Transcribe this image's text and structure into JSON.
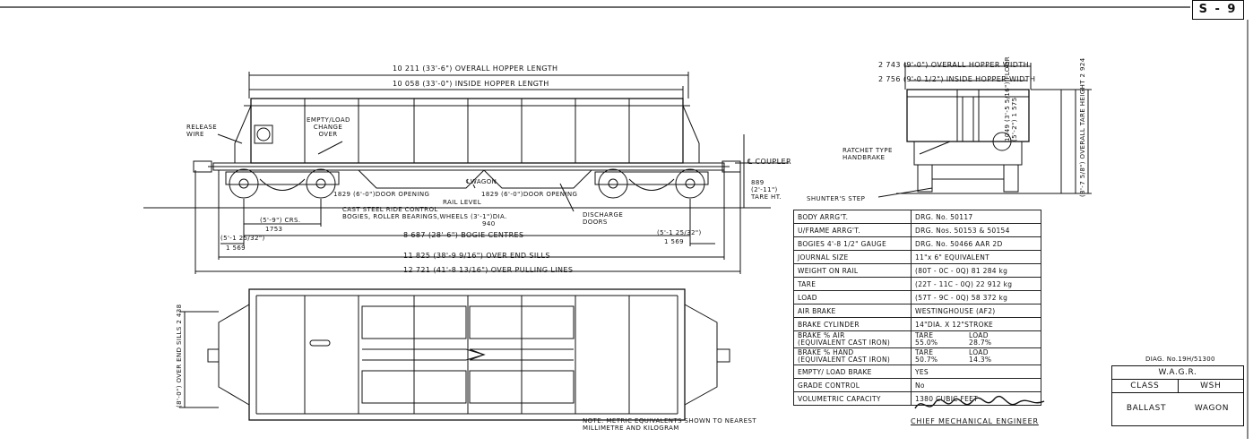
{
  "sheet_code": "S - 9",
  "side_view": {
    "overall_hopper_length": "10 211 (33'-6\") OVERALL HOPPER LENGTH",
    "inside_hopper_length": "10 058 (33'-0\") INSIDE HOPPER LENGTH",
    "release_wire": "RELEASE WIRE",
    "empty_load": "EMPTY/LOAD CHANGE OVER",
    "coupler": "℄ COUPLER",
    "wagon": "℄WAGON",
    "door_opening_left": "1829 (6'-0\")DOOR OPENING",
    "door_opening_right": "1829 (6'-0\")DOOR OPENING",
    "rail_level": "RAIL LEVEL",
    "tare_ht": "889 (2'-11\") TARE HT.",
    "bogie_note_1": "CAST STEEL RIDE CONTROL",
    "bogie_note_2": "BOGIES, ROLLER BEARINGS,WHEELS (3'-1\")DIA.",
    "wheel_dia_mm": "940",
    "crs": "(5'-9\") CRS.",
    "crs_mm": "1753",
    "discharge_doors": "DISCHARGE DOORS",
    "left_wheelbase": "(5'-1 25/32\")",
    "left_wheelbase_mm": "1 569",
    "right_wheelbase": "(5'-1 25/32\")",
    "right_wheelbase_mm": "1 569",
    "bogie_centres": "8 687 (28'-6\") BOGIE CENTRES",
    "over_end_sills": "11 825 (38'-9 9/16\") OVER END SILLS",
    "over_pulling_lines": "12 721 (41'-8 13/16\") OVER PULLING LINES"
  },
  "end_view": {
    "overall_hopper_width": "2 743 (9'-0\") OVERALL HOPPER WIDTH",
    "inside_hopper_width": "2 756 (9'-0 1/2\") INSIDE HOPPER WIDTH",
    "ratchet": "RATCHET TYPE HANDBRAKE",
    "shunters_step": "SHUNTER'S STEP",
    "floor_height": "1049 (3'-5 5/16\") FLOOR (5'-2\") 1 575",
    "overall_tare_height": "(8'-7 5/8\") OVERALL TARE HEIGHT 2 924"
  },
  "plan_view": {
    "over_end_sills": "(8'-0\") OVER END SILLS 2 438"
  },
  "note": "NOTE: METRIC EQUIVALENTS SHOWN TO NEAREST MILLIMETRE AND KILOGRAM",
  "spec_table": [
    {
      "k": "BODY ARRG'T.",
      "v": "DRG. No. 50117"
    },
    {
      "k": "U/FRAME ARRG'T.",
      "v": "DRG. Nos. 50153 & 50154"
    },
    {
      "k": "BOGIES 4'-8 1/2\" GAUGE",
      "v": "DRG. No. 50466 AAR 2D"
    },
    {
      "k": "JOURNAL SIZE",
      "v": "11\"x 6\" EQUIVALENT"
    },
    {
      "k": "WEIGHT ON RAIL",
      "v": "(80T - 0C - 0Q) 81 284 kg"
    },
    {
      "k": "TARE",
      "v": "(22T - 11C - 0Q) 22 912 kg"
    },
    {
      "k": "LOAD",
      "v": "(57T - 9C - 0Q) 58 372 kg"
    },
    {
      "k": "AIR BRAKE",
      "v": "WESTINGHOUSE (AF2)"
    },
    {
      "k": "BRAKE CYLINDER",
      "v": "14\"DIA. X 12\"STROKE"
    }
  ],
  "brake_air": {
    "k1": "BRAKE % AIR",
    "k2": "(EQUIVALENT CAST IRON)",
    "tare_label": "TARE",
    "tare": "55.0%",
    "load_label": "LOAD",
    "load": "28.7%"
  },
  "brake_hand": {
    "k1": "BRAKE % HAND",
    "k2": "(EQUIVALENT CAST IRON)",
    "tare_label": "TARE",
    "tare": "50.7%",
    "load_label": "LOAD",
    "load": "14.3%"
  },
  "spec_table_2": [
    {
      "k": "EMPTY/ LOAD BRAKE",
      "v": "YES"
    },
    {
      "k": "GRADE CONTROL",
      "v": "No"
    },
    {
      "k": "VOLUMETRIC CAPACITY",
      "v": "1380 CUBIC FEET"
    }
  ],
  "signature_text": "W.E. Mel Butter",
  "chief": "CHIEF MECHANICAL ENGINEER",
  "diag_no": "DIAG. No.19H/51300",
  "title_block": {
    "org": "W.A.G.R.",
    "class_label": "CLASS",
    "class_value": "WSH",
    "name1": "BALLAST",
    "name2": "WAGON"
  }
}
